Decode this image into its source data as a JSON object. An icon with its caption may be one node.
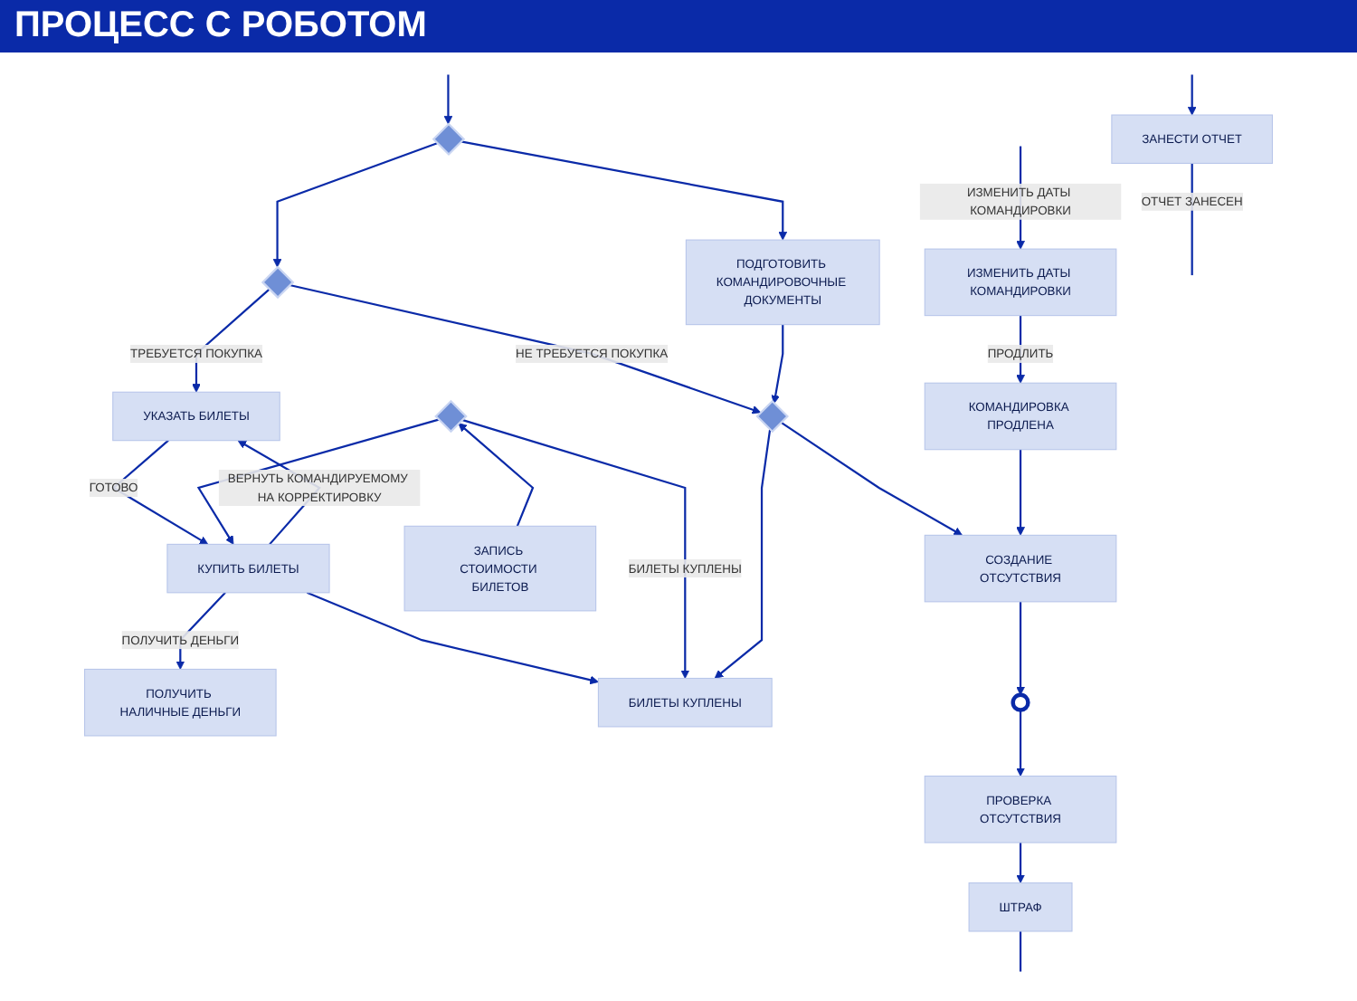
{
  "diagram": {
    "title": "ПРОЦЕСС С РОБОТОМ",
    "nodes": [
      {
        "text": [],
        "shape": "diamond"
      },
      {
        "text": [],
        "shape": "diamond"
      },
      {
        "text": [
          "УКАЗАТЬ БИЛЕТЫ"
        ]
      },
      {
        "text": [
          "КУПИТЬ БИЛЕТЫ"
        ]
      },
      {
        "text": [
          "ПОЛУЧИТЬ НАЛИЧНЫЕ ДЕНЬГИ"
        ]
      },
      {
        "text": [],
        "shape": "diamond"
      },
      {
        "text": [
          "БИЛЕТЫ КУПЛЕНЫ"
        ]
      },
      {
        "text": [],
        "shape": "diamond"
      },
      {
        "text": [
          "ЗАПИСЬ СТОИМОСТИ БИЛЕТОВ"
        ]
      },
      {
        "text": [
          "КОМАНДИРОВКА ПРОДЛЕНА"
        ]
      },
      {
        "text": [
          "СОЗДАНИЕ ОТСУТСТВИЯ"
        ]
      },
      {
        "text": [
          "ПОДГОТОВИТЬ КОМАНДИРОВОЧНЫЕ ДОКУМЕНТЫ"
        ]
      },
      {
        "text": [],
        "shape": "clock"
      },
      {
        "text": [
          "ИЗМЕНИТЬ ДАТЫ КОМАНДИРОВКИ"
        ]
      },
      {
        "text": [
          "ПРОВЕРКА ОТСУТСТВИЯ"
        ]
      },
      {
        "text": [
          "ШТРАФ"
        ]
      },
      {
        "text": [
          "ЗАНЕСТИ ОТЧЕТ"
        ]
      }
    ],
    "edges": [
      {
        "from": null,
        "to": 0,
        "arrow": "to"
      },
      {
        "from": 0,
        "to": 11,
        "arrow": "to"
      },
      {
        "from": 0,
        "to": 1,
        "arrow": "to"
      },
      {
        "from": 1,
        "to": 2,
        "arrow": "to",
        "label": "ТРЕБУЕТСЯ ПОКУПКА"
      },
      {
        "from": 1,
        "to": 5,
        "arrow": "to",
        "label": "НЕ ТРЕБУЕТСЯ ПОКУПКА"
      },
      {
        "from": 3,
        "to": 2,
        "arrow": "to",
        "label": "ВЕРНУТЬ КОМАНДИРУЕМОМУ НА КОРРЕКТИРОВКУ"
      },
      {
        "from": 2,
        "to": 3,
        "arrow": "to",
        "label": "ГОТОВО"
      },
      {
        "from": 3,
        "to": 4,
        "arrow": "to",
        "label": "ПОЛУЧИТЬ ДЕНЬГИ"
      },
      {
        "from": 3,
        "to": 6,
        "arrow": "to"
      },
      {
        "from": 7,
        "to": 3,
        "arrow": "to"
      },
      {
        "from": 7,
        "to": 6,
        "arrow": "to",
        "label": "БИЛЕТЫ КУПЛЕНЫ"
      },
      {
        "from": 8,
        "to": 7,
        "arrow": "to"
      },
      {
        "from": 11,
        "to": 5,
        "arrow": "to"
      },
      {
        "from": 5,
        "to": 6,
        "arrow": "to"
      },
      {
        "from": 5,
        "to": 10,
        "arrow": "to"
      },
      {
        "from": 9,
        "to": 10,
        "arrow": "to"
      },
      {
        "from": 10,
        "to": 12,
        "arrow": "to"
      },
      {
        "from": 12,
        "to": 14,
        "arrow": "to"
      },
      {
        "from": 14,
        "to": 15,
        "arrow": "to"
      },
      {
        "from": 13,
        "to": 9,
        "arrow": "to",
        "label": "ПРОДЛИТЬ"
      },
      {
        "from": null,
        "to": 13,
        "arrow": "to",
        "label": "ИЗМЕНИТЬ ДАТЫ КОМАНДИРОВКИ"
      },
      {
        "from": 15,
        "to": null,
        "arrow": "none"
      },
      {
        "from": null,
        "to": 16,
        "arrow": "to"
      },
      {
        "from": 16,
        "to": null,
        "arrow": "none",
        "label": "ОТЧЕТ ЗАНЕСЕН"
      }
    ]
  }
}
